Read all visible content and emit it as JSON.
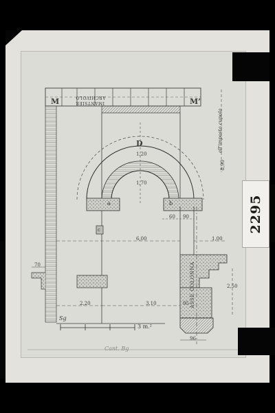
{
  "drawing": {
    "catalog_number": "2295",
    "labels": {
      "masonry_left": "M",
      "masonry_right": "M’",
      "beam_text_line1": "ARCHIVOLO",
      "beam_text_line2": "IMANTSIER",
      "arch_label": "D",
      "pier_left": "a",
      "pier_right": "b",
      "small_mark": "c",
      "axis_column": "ASSE COLONNA",
      "corner_mark": "Sg"
    },
    "dimensions": {
      "arch_ring": "1,20",
      "arch_rise": "1,70",
      "span": "6,00",
      "pier_left_w": "60",
      "pier_right_w": "90",
      "right_offset": "1,00",
      "left_offset": "70",
      "bottom_left": "2,20",
      "bottom_mid": "3,10",
      "base_small": "95",
      "base_width": "96",
      "height_right": "2,50",
      "scale": "3 m.²",
      "total_height": "8,90"
    },
    "notes": {
      "total_height_note": "all'imposta cupola",
      "signature": "Cant. Bg"
    }
  }
}
